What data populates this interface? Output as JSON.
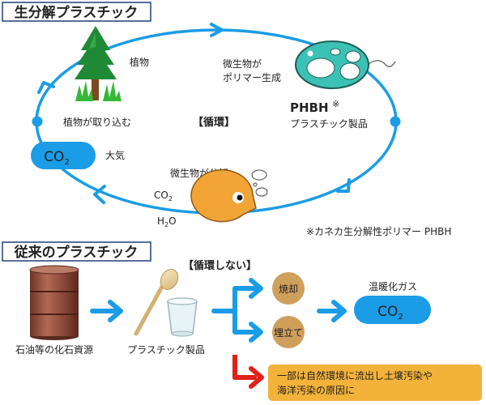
{
  "top_section": {
    "title": "生分解プラスチック",
    "labels": {
      "plant": "植物",
      "microbe_make_line1": "微生物が",
      "microbe_make_line2": "ポリマー生成",
      "phbh": "PHBH",
      "phbh_mark": "※",
      "phbh_products": "プラスチック製品",
      "plant_absorb": "植物が取り込む",
      "cycle": "【循環】",
      "atmosphere": "大気",
      "co2_bubble": "CO",
      "co2_bubble_sub": "2",
      "microbe_decompose": "微生物が分解",
      "out_co2": "CO",
      "out_co2_sub": "2",
      "out_h2o_h": "H",
      "out_h2o_sub": "2",
      "out_h2o_o": "O"
    },
    "footnote": "※カネカ生分解性ポリマー PHBH"
  },
  "bottom_section": {
    "title": "従来のプラスチック",
    "no_cycle": "【循環しない】",
    "oil_label": "石油等の化石資源",
    "plastic_label": "プラスチック製品",
    "incinerate": "焼却",
    "landfill": "埋立て",
    "greenhouse": "温暖化ガス",
    "co2": "CO",
    "co2_sub": "2",
    "pollution_line1": "一部は自然環境に流出し土壌汚染や",
    "pollution_line2": "海洋汚染の原因に"
  },
  "colors": {
    "accent_blue": "#1b9ce6",
    "cycle_orange": "#e8711c",
    "tan_circle": "#cf9f5c",
    "pollution_box": "#f3b23a",
    "red_arrow": "#e0221a",
    "microbe_teal": "#3cc2b4",
    "pacman_orange": "#f2a436"
  },
  "icons": {
    "tree": "tree-icon",
    "microbe": "microbe-icon",
    "pacman": "pacman-microbe-icon",
    "oil_drum": "oil-drum-icon",
    "spoon": "spoon-icon",
    "cup": "cup-icon"
  }
}
